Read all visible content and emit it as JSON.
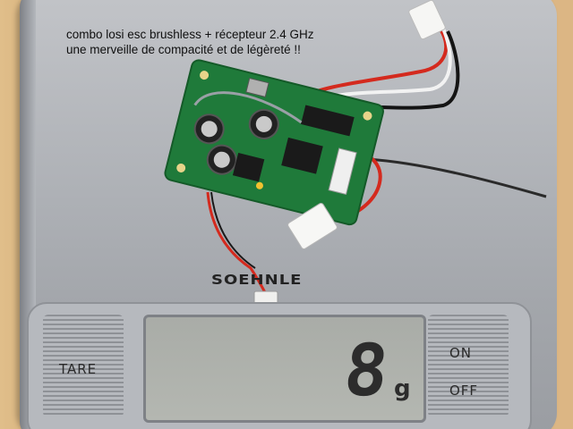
{
  "caption": {
    "line1": "combo losi esc brushless + récepteur 2.4 GHz",
    "line2": "une merveille de compacité et de légèreté !!"
  },
  "scale": {
    "brand": "SOEHNLE",
    "tare_label": "TARE",
    "on_label": "ON",
    "off_label": "OFF",
    "reading_value": "8",
    "reading_unit": "g"
  },
  "colors": {
    "pcb": "#1f7a3a",
    "scale_silver": "#b0b3b8",
    "wood": "#d9b98c",
    "wire_red": "#d42a1e",
    "wire_white": "#f2f2f2",
    "wire_black": "#141414"
  }
}
